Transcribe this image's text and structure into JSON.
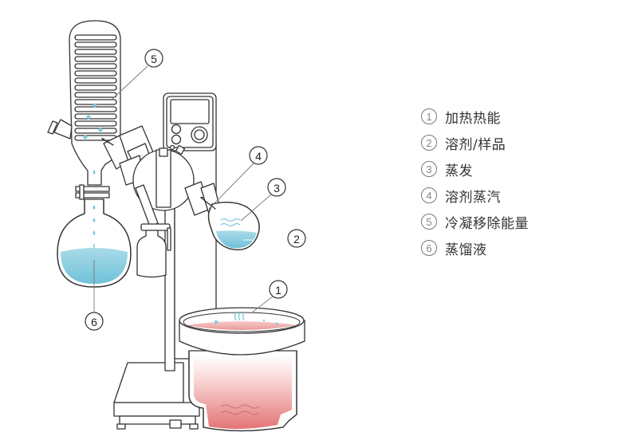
{
  "diagram": {
    "title": "旋转蒸发仪工作原理",
    "callouts": [
      {
        "num": "1",
        "label": "加热热能"
      },
      {
        "num": "2",
        "label": "溶剂/样品"
      },
      {
        "num": "3",
        "label": "蒸发"
      },
      {
        "num": "4",
        "label": "溶剂蒸汽"
      },
      {
        "num": "5",
        "label": "冷凝移除能量"
      },
      {
        "num": "6",
        "label": "蒸馏液"
      }
    ],
    "colors": {
      "liquid_blue": "#7ec8dc",
      "liquid_blue_light": "#a9dbe8",
      "heat_red": "#e07a7a",
      "heat_red_light": "#fbe3e3",
      "outline": "#333333"
    }
  }
}
